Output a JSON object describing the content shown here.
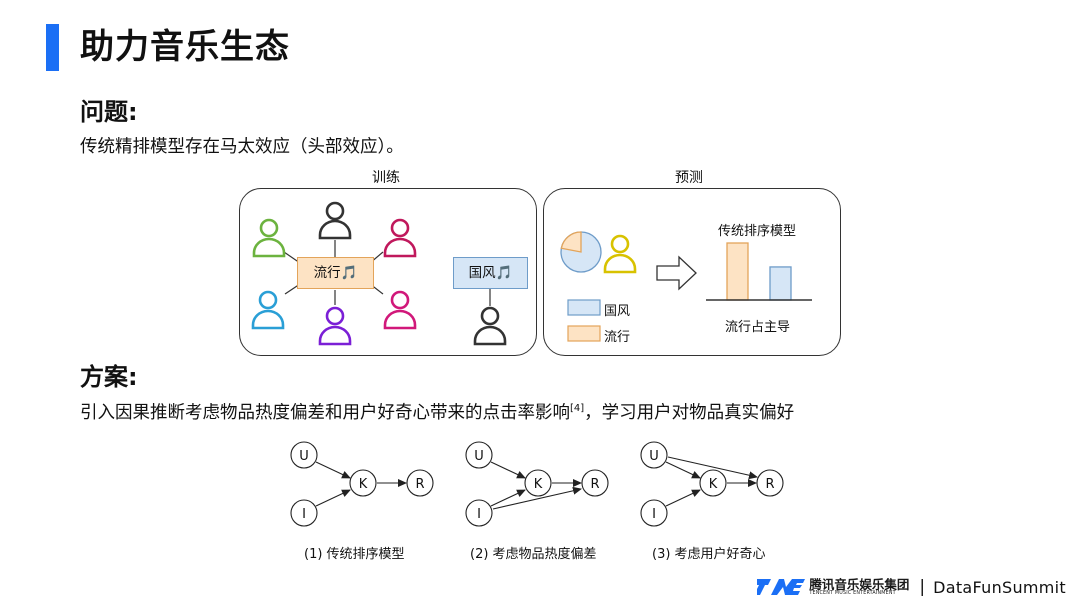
{
  "colors": {
    "accent": "#1b6ff5",
    "pop_fill": "#fde3c4",
    "pop_border": "#e3a45a",
    "guofeng_fill": "#d6e6f6",
    "guofeng_border": "#6e9cc9"
  },
  "header": {
    "title": "助力音乐生态"
  },
  "problem": {
    "heading": "问题:",
    "text": "传统精排模型存在马太效应（头部效应）。"
  },
  "figure1": {
    "train_label": "训练",
    "predict_label": "预测",
    "pop_tag": "流行🎵",
    "guofeng_tag": "国风🎵",
    "model_title": "传统排序模型",
    "legend_guofeng": "国风",
    "legend_pop": "流行",
    "conclusion": "流行占主导",
    "pie_pop_fraction": 0.22,
    "bar_pop_ratio": 1.0,
    "bar_guofeng_ratio": 0.58,
    "user_icon_colors": [
      "#6cb33f",
      "#333333",
      "#c0185c",
      "#2a9fd6",
      "#7b1fd6",
      "#d1187a",
      "#333333"
    ]
  },
  "solution": {
    "heading": "方案:",
    "text": "引入因果推断考虑物品热度偏差和用户好奇心带来的点击率影响",
    "ref": "[4]",
    "text_tail": "，学习用户对物品真实偏好"
  },
  "figure2": {
    "nodes": {
      "u": "U",
      "i": "I",
      "k": "K",
      "r": "R"
    },
    "captions": [
      "(1) 传统排序模型",
      "(2) 考虑物品热度偏差",
      "(3) 考虑用户好奇心"
    ]
  },
  "footer": {
    "logo_cn": "腾讯音乐娱乐集团",
    "logo_en": "TENCENT MUSIC ENTERTAINMENT",
    "separator": "|",
    "brand": "DataFunSummit"
  }
}
